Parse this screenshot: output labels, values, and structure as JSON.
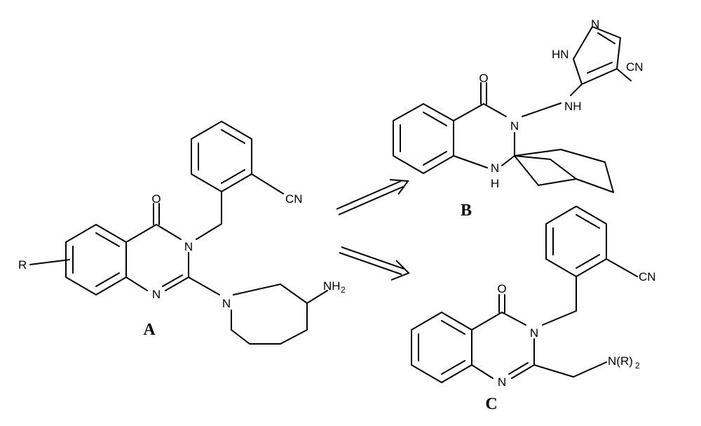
{
  "compounds": {
    "A": {
      "label": "A",
      "atoms": {
        "o": "O",
        "n3": "N",
        "n1": "N",
        "n_pip": "N",
        "cn": "CN",
        "nh2": "NH",
        "nh2_sub": "2",
        "r": "R"
      }
    },
    "B": {
      "label": "B",
      "atoms": {
        "o": "O",
        "n3": "N",
        "nh_link": "NH",
        "n1h": "N",
        "h1": "H",
        "pz_n": "N",
        "pz_hn": "HN",
        "cn": "CN"
      }
    },
    "C": {
      "label": "C",
      "atoms": {
        "o": "O",
        "n3": "N",
        "n1": "N",
        "cn": "CN",
        "nr2": "N(R)",
        "nr2_sub": "2"
      }
    }
  }
}
